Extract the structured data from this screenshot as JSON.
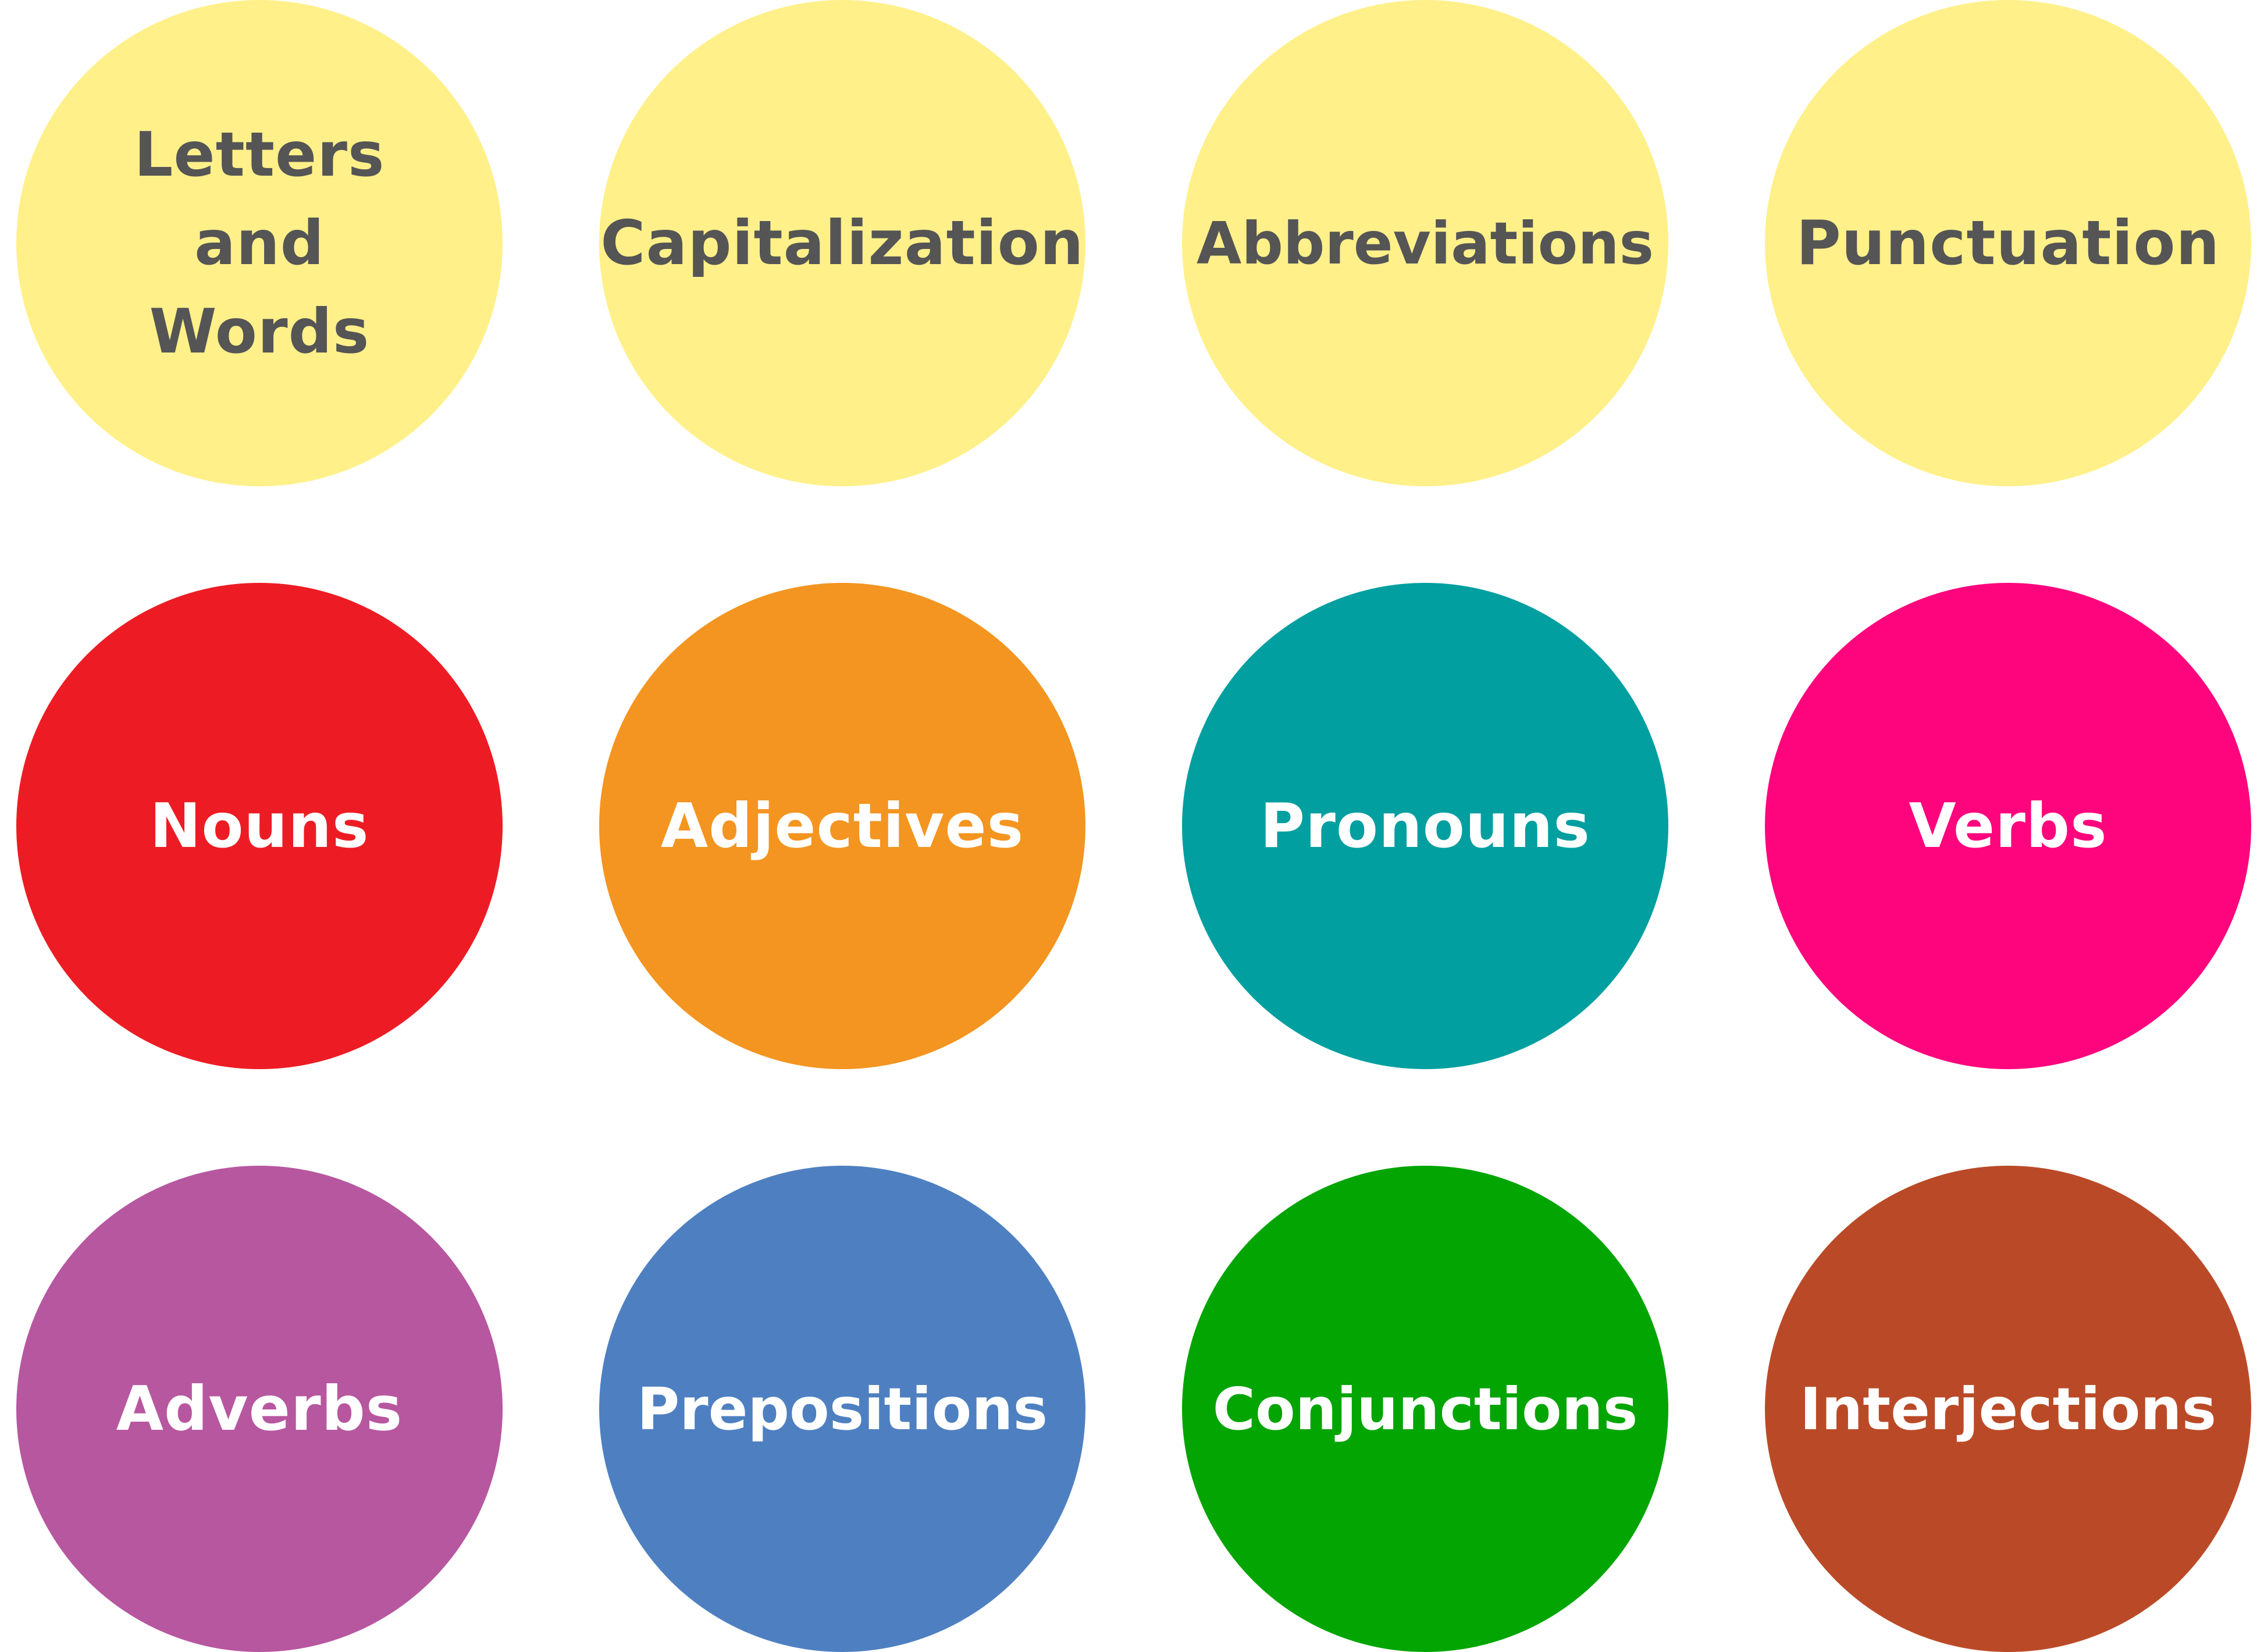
{
  "topics": {
    "letters_and_words": {
      "label": "Letters\nand\nWords",
      "color": "#FFF08A"
    },
    "capitalization": {
      "label": "Capitalization",
      "color": "#FFF08A"
    },
    "abbreviations": {
      "label": "Abbreviations",
      "color": "#FFF08A"
    },
    "punctuation": {
      "label": "Punctuation",
      "color": "#FFF08A"
    },
    "nouns": {
      "label": "Nouns",
      "color": "#ED1C24"
    },
    "adjectives": {
      "label": "Adjectives",
      "color": "#F39520"
    },
    "pronouns": {
      "label": "Pronouns",
      "color": "#019FA0"
    },
    "verbs": {
      "label": "Verbs",
      "color": "#FE057D"
    },
    "adverbs": {
      "label": "Adverbs",
      "color": "#B757A0"
    },
    "prepositions": {
      "label": "Prepositions",
      "color": "#4E80C1"
    },
    "conjunctions": {
      "label": "Conjunctions",
      "color": "#02A502"
    },
    "interjections": {
      "label": "Interjections",
      "color": "#BA4A27"
    }
  },
  "colors": {
    "text_on_yellow": "#555555",
    "text_on_color": "#FFFFFF",
    "background": "#FFFFFF"
  }
}
